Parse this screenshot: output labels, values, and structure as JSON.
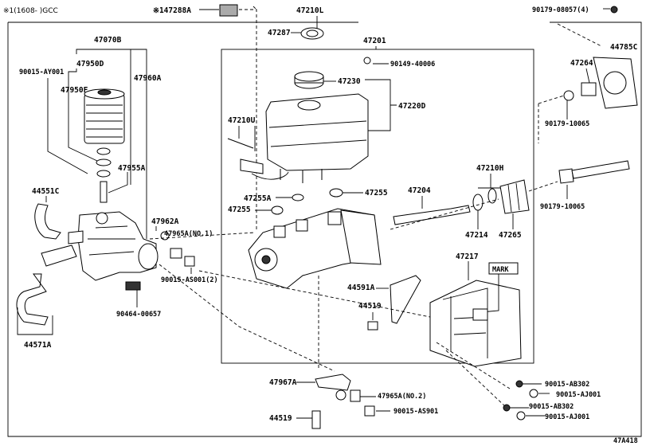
{
  "header": {
    "note": "※1(1608-     )GCC",
    "ref_note": "※147288A"
  },
  "labels": {
    "p47210L": "47210L",
    "p90179_08057": "90179-08057(4)",
    "p47287": "47287",
    "p47201": "47201",
    "p44785C": "44785C",
    "p47070B": "47070B",
    "p90015_AY001": "90015-AY001",
    "p47950D": "47950D",
    "p47950F": "47950F",
    "p47960A": "47960A",
    "p90149_40006": "90149-40006",
    "p47264": "47264",
    "p47230": "47230",
    "p47220D": "47220D",
    "p47210U": "47210U",
    "p90179_10065_a": "90179-10065",
    "p47955A": "47955A",
    "p47210H": "47210H",
    "p44551C": "44551C",
    "p47255A": "47255A",
    "p47255_a": "47255",
    "p47255_b": "47255",
    "p47204": "47204",
    "p90179_10065_b": "90179-10065",
    "p47962A": "47962A",
    "p47965A_1": "47965A(NO.1)",
    "p47214": "47214",
    "p47265": "47265",
    "p90015_AS001": "90015-AS001(2)",
    "p47217": "47217",
    "mark": "MARK",
    "p44591A": "44591A",
    "p90464_00657": "90464-00657",
    "p44519_a": "44519",
    "p44571A": "44571A",
    "p90015_AB302_a": "90015-AB302",
    "p47967A": "47967A",
    "p90015_AJ001_a": "90015-AJ001",
    "p47965A_2": "47965A(NO.2)",
    "p90015_AB302_b": "90015-AB302",
    "p44519_b": "44519",
    "p90015_AS901": "90015-AS901",
    "p90015_AJ001_b": "90015-AJ001",
    "footer": "47A418"
  }
}
